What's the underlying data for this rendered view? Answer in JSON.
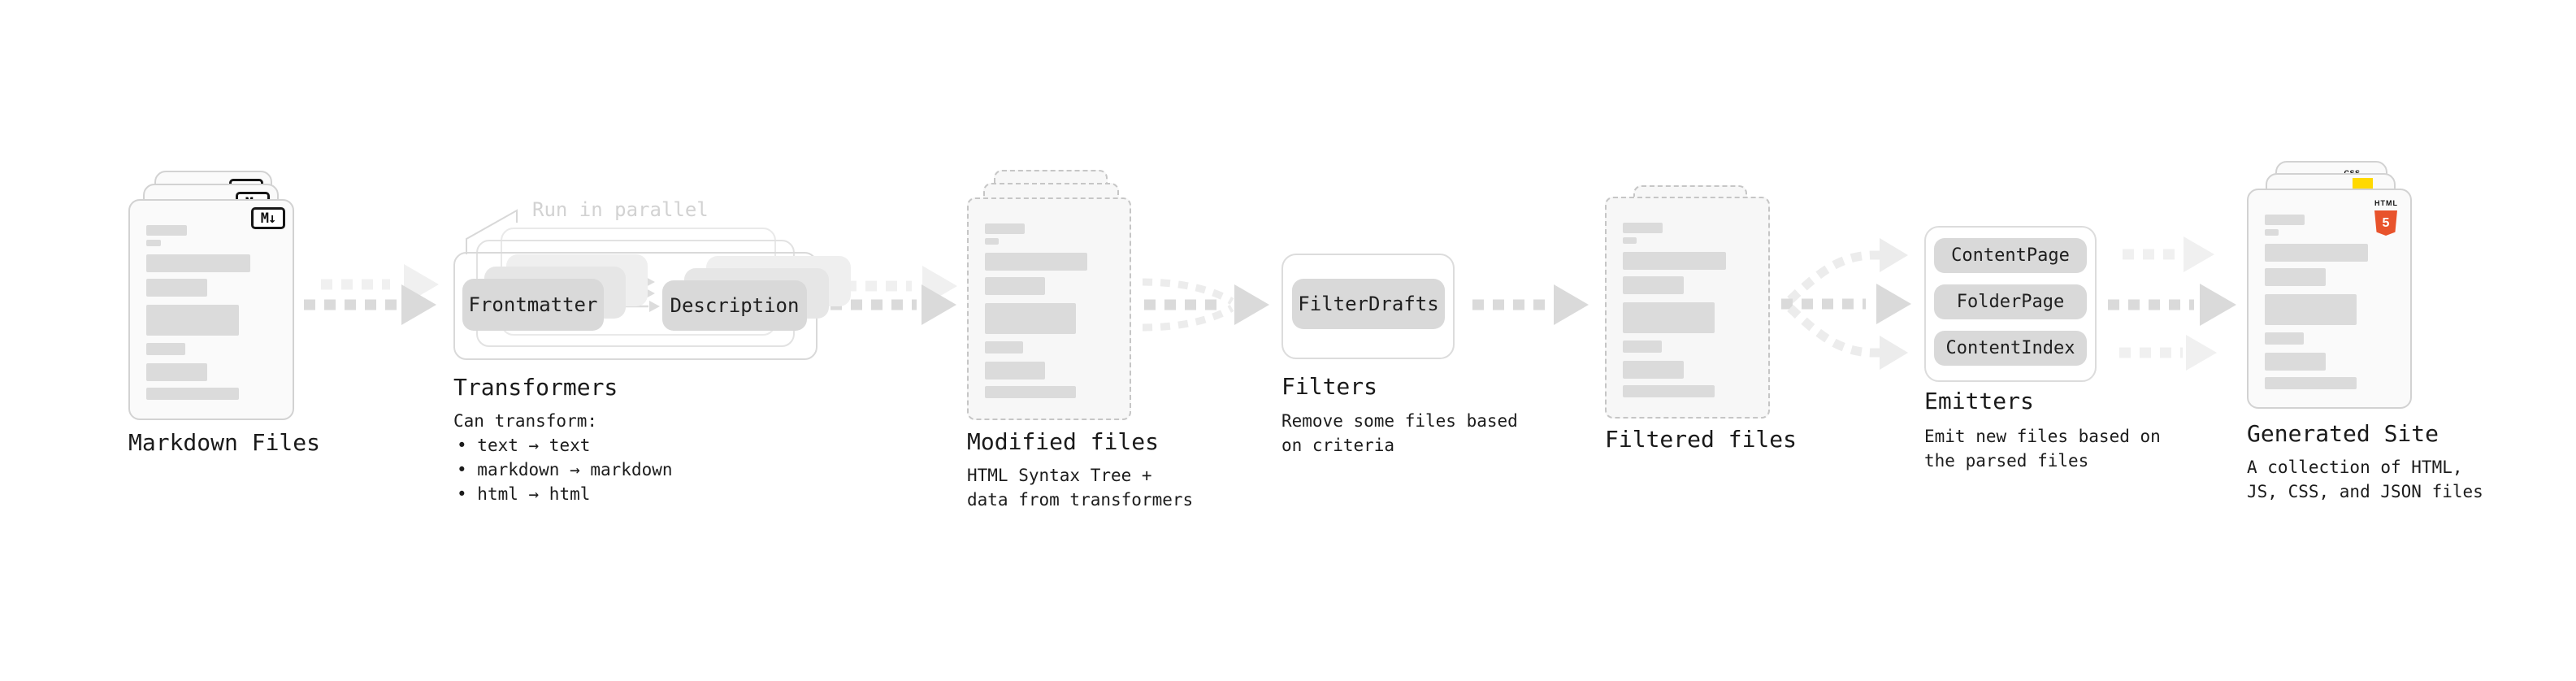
{
  "nodes": {
    "markdown_files": {
      "label": "Markdown Files"
    },
    "transformers": {
      "label": "Transformers",
      "annotation": "Run in parallel",
      "pill_from": "Frontmatter",
      "pill_to": "Description",
      "description": "Can transform:",
      "bullets": [
        "text → text",
        "markdown → markdown",
        "html → html"
      ]
    },
    "modified_files": {
      "label": "Modified files",
      "description": "HTML Syntax Tree +\ndata from transformers"
    },
    "filters": {
      "label": "Filters",
      "pill": "FilterDrafts",
      "description": "Remove some files based\non criteria"
    },
    "filtered_files": {
      "label": "Filtered files"
    },
    "emitters": {
      "label": "Emitters",
      "pills": [
        "ContentPage",
        "FolderPage",
        "ContentIndex"
      ],
      "description": "Emit new files based on\nthe parsed files"
    },
    "generated_site": {
      "label": "Generated Site",
      "description": "A collection of HTML,\nJS, CSS, and JSON files"
    }
  },
  "icons": {
    "markdown_badge": "M↓",
    "css_wordmark": "CSS",
    "html5_wordmark": "HTML",
    "html5_numeral": "5"
  },
  "doc_bars": [
    [
      31,
      13,
      5
    ],
    [
      11,
      8,
      10
    ],
    [
      80,
      22,
      8
    ],
    [
      47,
      22,
      10
    ],
    [
      71,
      38,
      9
    ],
    [
      30,
      15,
      10
    ],
    [
      47,
      22,
      8
    ],
    [
      71,
      15,
      0
    ]
  ],
  "colors": {
    "doc_fill": "#fafafa",
    "doc_border": "#d2d2d2",
    "bar": "#dbdbdb",
    "pill": "#d9d9d9",
    "arrow_dark": "#dadada",
    "arrow_light": "#f0f0f0",
    "arrow_curve": "#ececec",
    "html5_orange": "#e8532c",
    "js_yellow": "#ffd900",
    "css_blue": "#2b6bf3",
    "ink": "#1a1a1a"
  }
}
